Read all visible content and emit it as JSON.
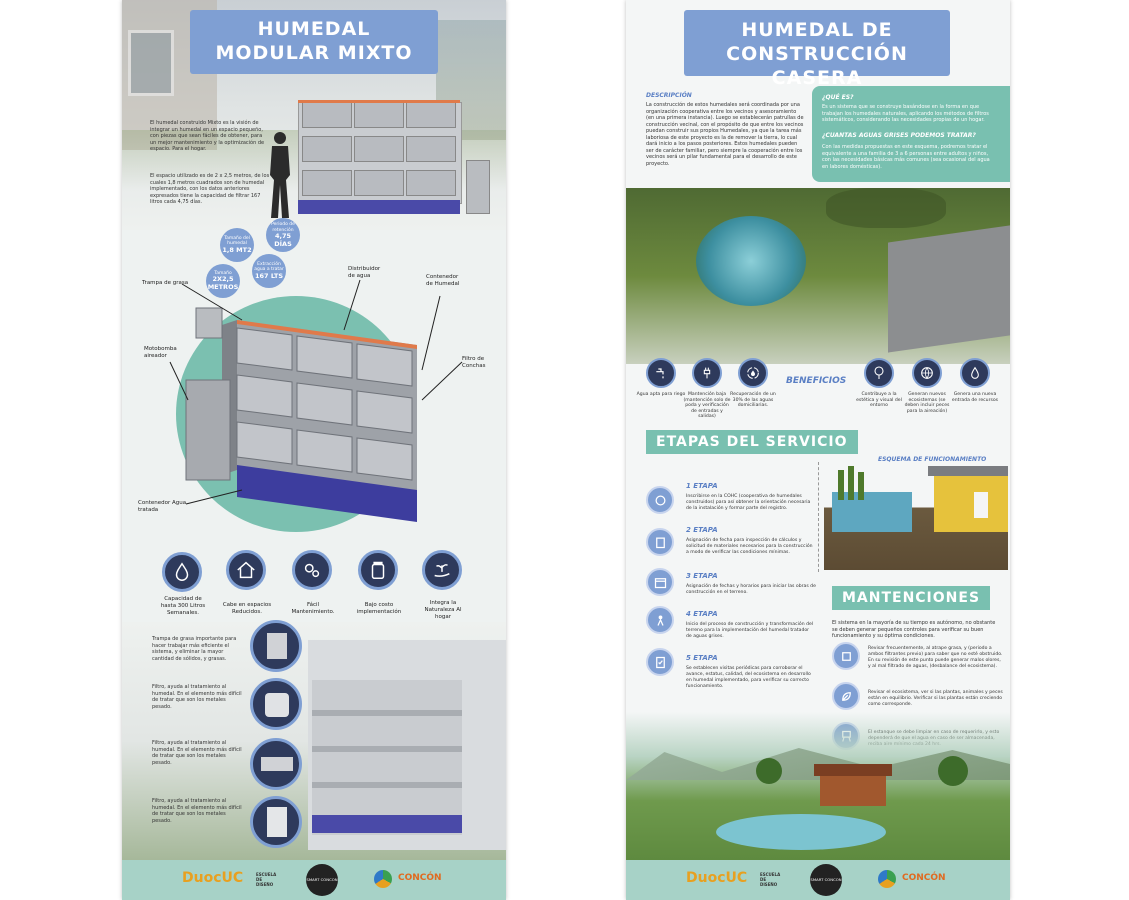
{
  "left": {
    "title_line1": "HUMEDAL",
    "title_line2": "MODULAR MIXTO",
    "intro": "El humedal construido Mixto es la visión de integrar un humedal en un espacio pequeño, con piezas que sean fáciles de obtener, para un mejor mantenimiento y la optimización de espacio. Para el hogar.",
    "space_text": "El espacio utilizado es de 2 x 2,5 metros, de los cuales 1,8 metros cuadrados son de humedal implementado, con los datos anteriores expresados tiene la capacidad de filtrar 167 litros cada 4,75 días.",
    "stats": [
      {
        "label": "Tamaño del humedal",
        "value": "1,8 MT2"
      },
      {
        "label": "Periodo de retención",
        "value": "4,75 DÍAS"
      },
      {
        "label": "Tamaño",
        "value": "2X2,5 METROS"
      },
      {
        "label": "Extracción agua a tratar",
        "value": "167 LTS"
      }
    ],
    "callouts": {
      "grease": "Trampa de grasa",
      "distributor": "Distribuidor de agua",
      "container": "Contenedor de Humedal",
      "pump": "Motobomba aireador",
      "filter": "Filtro de Conchas",
      "treated": "Contenedor Agua tratada"
    },
    "features": [
      {
        "icon": "water-drop-icon",
        "label": "Capacidad de hasta 300 Litros Semanales."
      },
      {
        "icon": "house-icon",
        "label": "Cabe en espacios Reducidos."
      },
      {
        "icon": "gears-icon",
        "label": "Fácil Mantenimiento."
      },
      {
        "icon": "jar-icon",
        "label": "Bajo costo implementación"
      },
      {
        "icon": "hand-plant-icon",
        "label": "Integra la Naturaleza Al hogar"
      }
    ],
    "parts": [
      "Trampa de grasa importante para hacer trabajar más eficiente el sistema, y eliminar la mayor cantidad de sólidos, y grasas.",
      "Filtro, ayuda al tratamiento al humedal. En el elemento más difícil de tratar que son los metales pesado.",
      "Filtro, ayuda al tratamiento al humedal. En el elemento más difícil de tratar que son los metales pesado.",
      "Filtro, ayuda al tratamiento al humedal. En el elemento más difícil de tratar que son los metales pesado."
    ]
  },
  "right": {
    "title_line1": "HUMEDAL DE",
    "title_line2": "CONSTRUCCIÓN CASERA",
    "desc_head": "DESCRIPCIÓN",
    "desc_text": "La construcción de estos humedales será coordinada por una organización cooperativa entre los vecinos y asesoramiento (en una primera instancia). Luego se establecerán patrullas de construcción vecinal, con el propósito de que entre los vecinos puedan construir sus propios Humedales, ya que la tarea más laboriosa de este proyecto es la de remover la tierra, lo cual dará inicio a los pasos posteriores. Estos humedales pueden ser de carácter familiar, pero siempre la cooperación entre los vecinos será un pilar fundamental para el desarrollo de este proyecto.",
    "que_es_head": "¿QUÉ ES?",
    "que_es_text": "Es un sistema que se construye basándose en la forma en que trabajan los humedales naturales, aplicando los métodos de filtros sistemáticos, considerando las necesidades propias de un hogar.",
    "aguas_head": "¿CUANTAS AGUAS GRISES PODEMOS TRATAR?",
    "aguas_text": "Con las medidas propuestas en este esquema, podremos tratar el equivalente a una familia de 3 a 6 personas entre adultos y niños, con las necesidades básicas más comunes (sea ocasional del agua en labores domésticas).",
    "beneficios_label": "BENEFICIOS",
    "benefits": [
      {
        "icon": "faucet-icon",
        "label": "Agua apta para riego"
      },
      {
        "icon": "plug-leaf-icon",
        "label": "Mantención baja (mantención solo de poda y verificación de entradas y salidas)"
      },
      {
        "icon": "recycle-drop-icon",
        "label": "Recuperación de un 30% de las aguas domiciliarias."
      },
      {
        "icon": "tree-icon",
        "label": "Contribuye a la estética y visual del entorno"
      },
      {
        "icon": "globe-icon",
        "label": "Generan nuevos ecosistemas (se deben incluir peces para la aireación)"
      },
      {
        "icon": "drop-icon",
        "label": "Genera una nueva entrada de recursos"
      }
    ],
    "etapas_head": "ETAPAS DEL SERVICIO",
    "esquema_label": "ESQUEMA DE FUNCIONAMIENTO",
    "stages": [
      {
        "title": "1 ETAPA",
        "text": "Inscribirse en la COHC (cooperativa de humedales construidos) para así obtener la orientación necesaria de la instalación y formar parte del registro."
      },
      {
        "title": "2 ETAPA",
        "text": "Asignación de fecha para inspección de cálculos y solicitud de materiales necesarios para la construcción a modo de verificar las condiciones mínimas."
      },
      {
        "title": "3 ETAPA",
        "text": "Asignación de fechas y horarios para iniciar las obras de construcción en el terreno."
      },
      {
        "title": "4 ETAPA",
        "text": "Inicio del proceso de construcción y transformación del terreno para la implementación del humedal tratador de aguas grises."
      },
      {
        "title": "5 ETAPA",
        "text": "Se establecen visitas periódicas para corroborar el avance, estatus, calidad, del ecosistema en desarrollo en humedal implementado, para verificar su correcto funcionamiento."
      }
    ],
    "mant_head": "MANTENCIONES",
    "mant_intro": "El sistema en la mayoría de su tiempo es autónomo, no obstante se deben generar pequeños controles para verificar su buen funcionamiento y su óptima condiciones.",
    "mant_items": [
      "Revisar frecuentemente, al atrape grasa, y (periodo a ambos filtrantes previo) para saber que no esté obstruido. En su revisión de este punto puede generar malos olores, y al mal filtrado de aguas, (desbalance del ecosistema).",
      "Revisar el ecosistema, ver si las plantas, animales y peces están en equilibrio. Verificar si las plantas están creciendo como corresponde.",
      "El estanque se debe limpiar en caso de requerirlo, y esto dependerá de que el agua en caso de ser almacenada, reciba aire mínimo cada 24 hrs."
    ]
  },
  "footer": {
    "duoc": "DuocUC",
    "escuela": "ESCUELA DE DISEÑO",
    "badge": "SMART CONCON",
    "concon": "CONCÓN"
  }
}
